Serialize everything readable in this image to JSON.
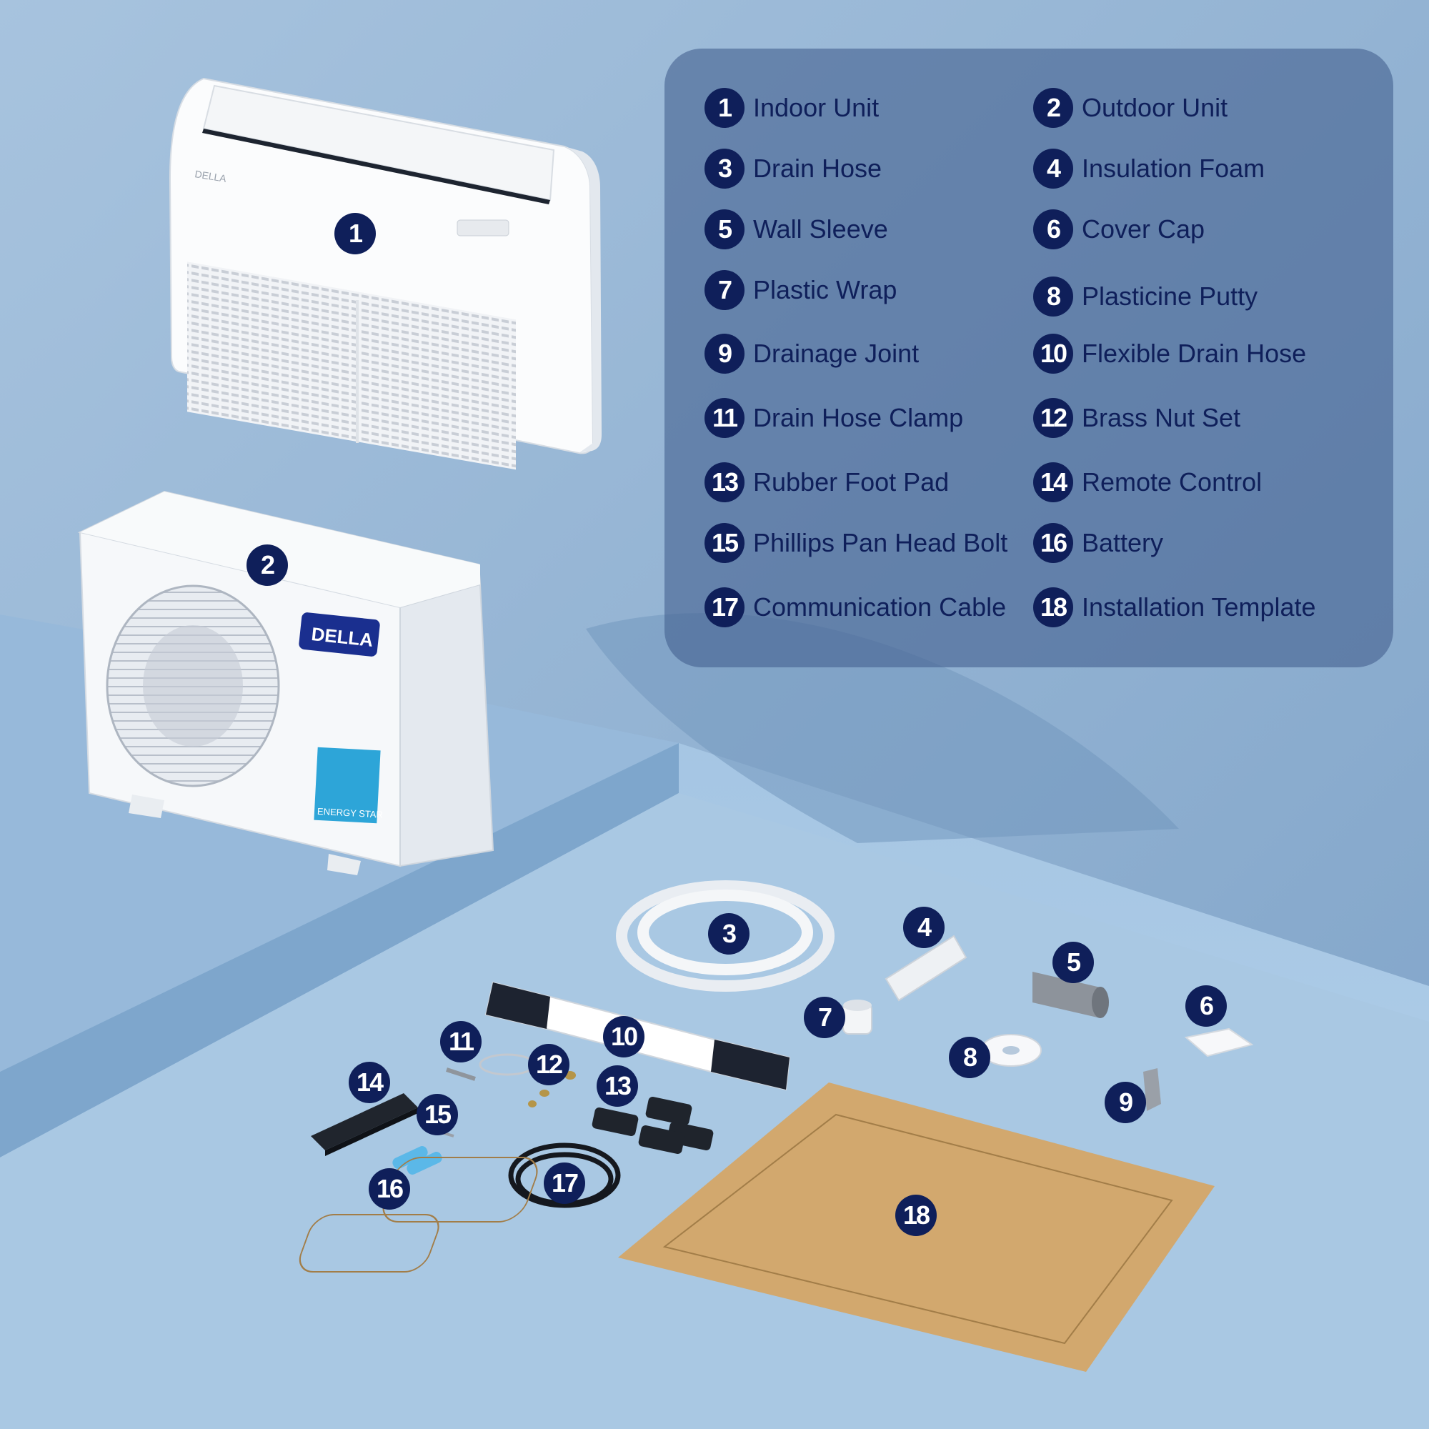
{
  "legend": {
    "items": [
      {
        "num": "1",
        "label": "Indoor Unit"
      },
      {
        "num": "2",
        "label": "Outdoor Unit"
      },
      {
        "num": "3",
        "label": "Drain Hose"
      },
      {
        "num": "4",
        "label": "Insulation Foam"
      },
      {
        "num": "5",
        "label": "Wall Sleeve"
      },
      {
        "num": "6",
        "label": "Cover Cap"
      },
      {
        "num": "7",
        "label": "Plastic Wrap"
      },
      {
        "num": "8",
        "label": "Plasticine Putty"
      },
      {
        "num": "9",
        "label": "Drainage Joint"
      },
      {
        "num": "10",
        "label": "Flexible Drain Hose"
      },
      {
        "num": "11",
        "label": "Drain Hose Clamp"
      },
      {
        "num": "12",
        "label": "Brass Nut Set"
      },
      {
        "num": "13",
        "label": "Rubber Foot Pad"
      },
      {
        "num": "14",
        "label": "Remote Control"
      },
      {
        "num": "15",
        "label": "Phillips Pan Head Bolt"
      },
      {
        "num": "16",
        "label": "Battery"
      },
      {
        "num": "17",
        "label": "Communication Cable"
      },
      {
        "num": "18",
        "label": "Installation Template"
      }
    ]
  },
  "callouts": [
    "1",
    "2",
    "3",
    "4",
    "5",
    "6",
    "7",
    "8",
    "9",
    "10",
    "11",
    "12",
    "13",
    "14",
    "15",
    "16",
    "17",
    "18"
  ],
  "branding": {
    "indoor_logo": "DELLA",
    "outdoor_logo": "DELLA",
    "energy_label": "ENERGY STAR"
  },
  "colors": {
    "wall": "#8fb2d4",
    "floor": "#a9c8e3",
    "badge": "#0f1f5a",
    "panel": "#4d6b9a"
  }
}
